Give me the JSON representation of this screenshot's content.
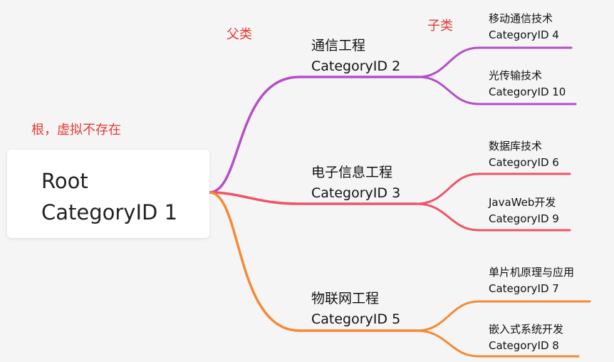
{
  "annotations": {
    "root_note": "根，虚拟不存在",
    "parent_note": "父类",
    "child_note": "子类"
  },
  "root": {
    "name": "Root",
    "id_label": "CategoryID 1"
  },
  "branches": [
    {
      "name": "通信工程",
      "id_label": "CategoryID 2",
      "color": "#b44fc8",
      "children": [
        {
          "name": "移动通信技术",
          "id_label": "CategoryID 4"
        },
        {
          "name": "光传输技术",
          "id_label": "CategoryID 10"
        }
      ]
    },
    {
      "name": "电子信息工程",
      "id_label": "CategoryID 3",
      "color": "#ef5368",
      "children": [
        {
          "name": "数据库技术",
          "id_label": "CategoryID 6"
        },
        {
          "name": "JavaWeb开发",
          "id_label": "CategoryID 9"
        }
      ]
    },
    {
      "name": "物联网工程",
      "id_label": "CategoryID 5",
      "color": "#f58a35",
      "children": [
        {
          "name": "单片机原理与应用",
          "id_label": "CategoryID 7"
        },
        {
          "name": "嵌入式系统开发",
          "id_label": "CategoryID 8"
        }
      ]
    }
  ]
}
